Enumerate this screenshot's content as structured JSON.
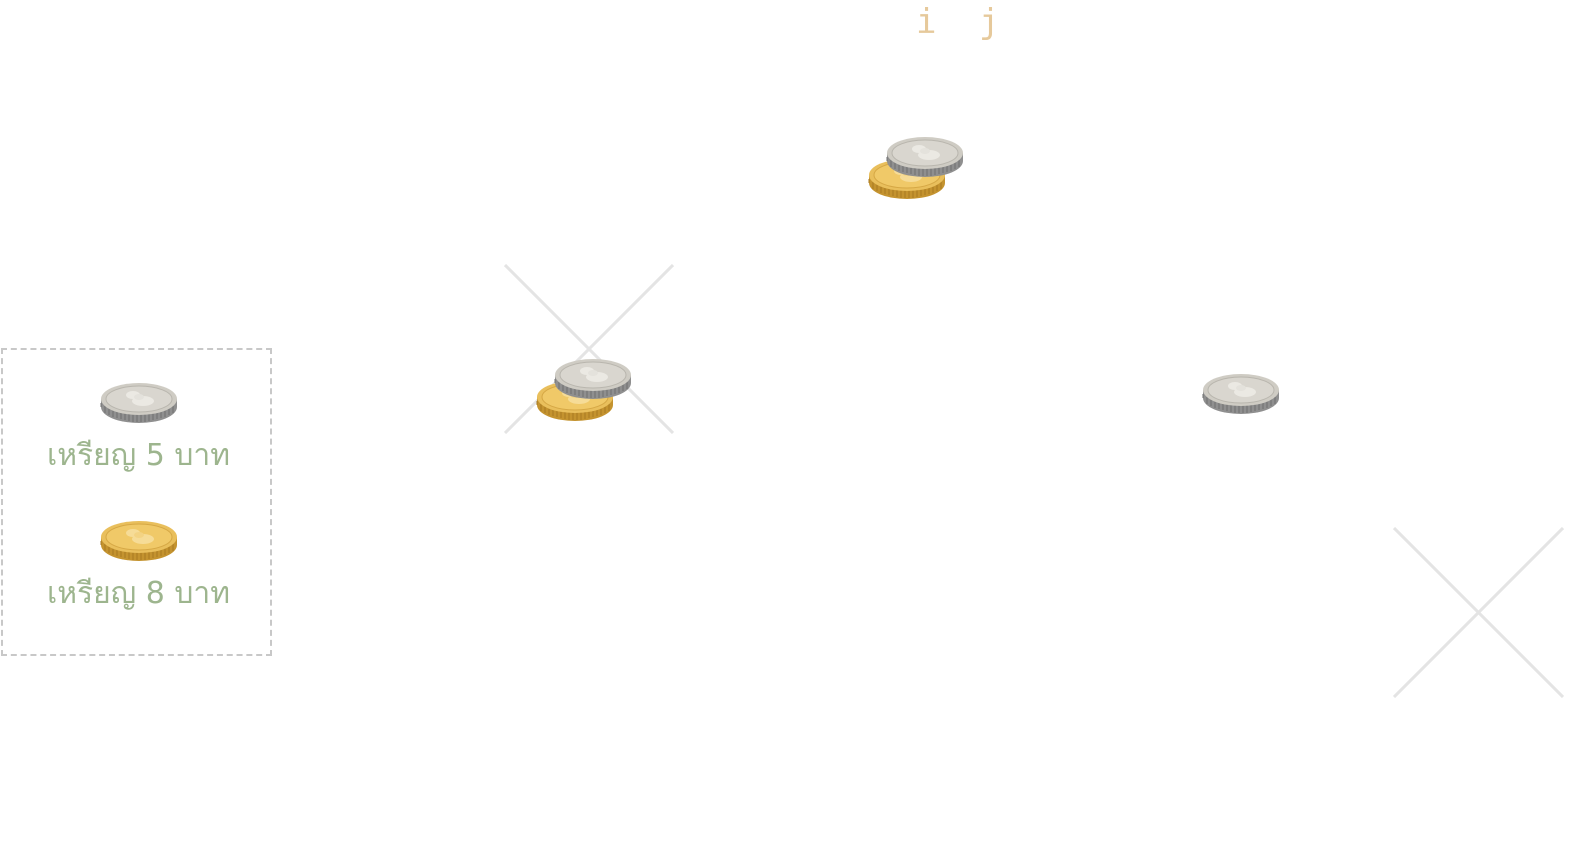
{
  "pointers": {
    "i": "i",
    "j": "j"
  },
  "colors": {
    "silver_face": "#d6d3cc",
    "silver_edge": "#8f8f8f",
    "gold_face": "#efc866",
    "gold_edge": "#c4932f",
    "legend_text": "#9db58e",
    "pointer_text": "#e6c99b",
    "x_mark": "#e4e4e4"
  },
  "board": {
    "stacks": [
      {
        "coins": [
          "8",
          "5"
        ]
      },
      {
        "coins": [
          "8",
          "5"
        ]
      },
      {
        "coins": [
          "5"
        ]
      }
    ],
    "crossed_cells": 2
  },
  "legend": {
    "items": [
      {
        "coin": "silver",
        "label": "เหรียญ 5 บาท"
      },
      {
        "coin": "gold",
        "label": "เหรียญ 8 บาท"
      }
    ]
  }
}
